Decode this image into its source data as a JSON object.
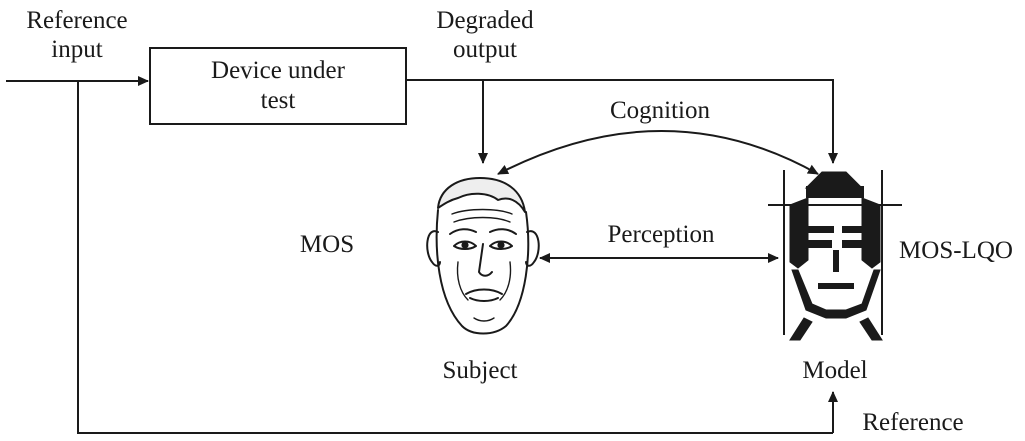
{
  "labels": {
    "reference_input_line1": "Reference",
    "reference_input_line2": "input",
    "degraded_output_line1": "Degraded",
    "degraded_output_line2": "output",
    "device_line1": "Device under",
    "device_line2": "test",
    "cognition": "Cognition",
    "perception": "Perception",
    "mos": "MOS",
    "mos_lqo": "MOS-LQO",
    "subject": "Subject",
    "model": "Model",
    "reference": "Reference"
  },
  "icons": {
    "subject": "human-face-icon",
    "model": "robot-face-icon"
  },
  "colors": {
    "line": "#1a1a1a",
    "background": "#ffffff"
  }
}
